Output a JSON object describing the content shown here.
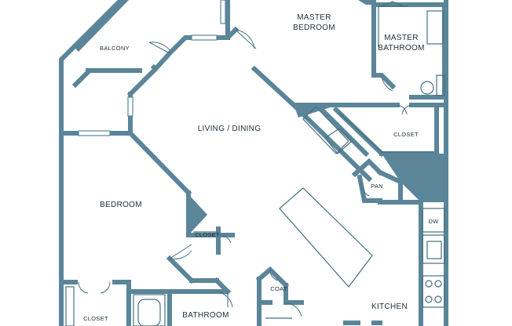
{
  "colors": {
    "wall": "#5b8599",
    "line": "#46707f",
    "window": "#ffffff",
    "label": "#1c2e38",
    "background": "#ffffff"
  },
  "rooms": {
    "balcony": "BALCONY",
    "master_bedroom_line1": "MASTER",
    "master_bedroom_line2": "BEDROOM",
    "master_bathroom_line1": "MASTER",
    "master_bathroom_line2": "BATHROOM",
    "living_dining": "LIVING / DINING",
    "closet_master": "CLOSET",
    "pantry": "PAN",
    "bedroom": "BEDROOM",
    "closet_bedroom": "CLOSET",
    "dishwasher": "DW",
    "coat": "COAT",
    "kitchen": "KITCHEN",
    "closet_bottom": "CLOSET",
    "bathroom": "BATHROOM"
  }
}
